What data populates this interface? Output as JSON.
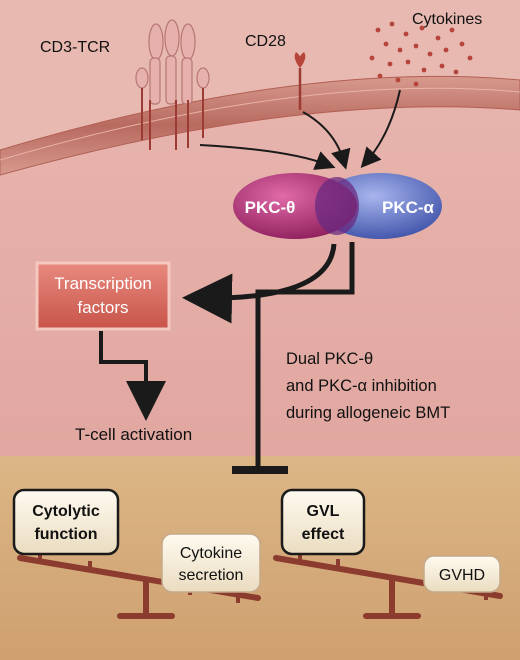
{
  "labels": {
    "cd3_tcr": "CD3-TCR",
    "cd28": "CD28",
    "cytokines": "Cytokines",
    "pkc_theta": "PKC-θ",
    "pkc_alpha": "PKC-α",
    "transcription_line1": "Transcription",
    "transcription_line2": "factors",
    "tcell_activation": "T-cell activation",
    "inhibition_line1": "Dual PKC-θ",
    "inhibition_line2": "and PKC-α inhibition",
    "inhibition_line3": "during allogeneic BMT",
    "cytolytic_line1": "Cytolytic",
    "cytolytic_line2": "function",
    "cytokine_secretion_line1": "Cytokine",
    "cytokine_secretion_line2": "secretion",
    "gvl_line1": "GVL",
    "gvl_line2": "effect",
    "gvhd": "GVHD"
  },
  "colors": {
    "cell_interior": "#e3a7a2",
    "membrane": "#c97e72",
    "bottom_panel": "#d8b17e",
    "pkc_theta": "#b8337a",
    "pkc_alpha": "#5b6fc4",
    "box_fill": "#d9675d",
    "arrow": "#1a1a1a",
    "seesaw": "#8c3b2f"
  }
}
